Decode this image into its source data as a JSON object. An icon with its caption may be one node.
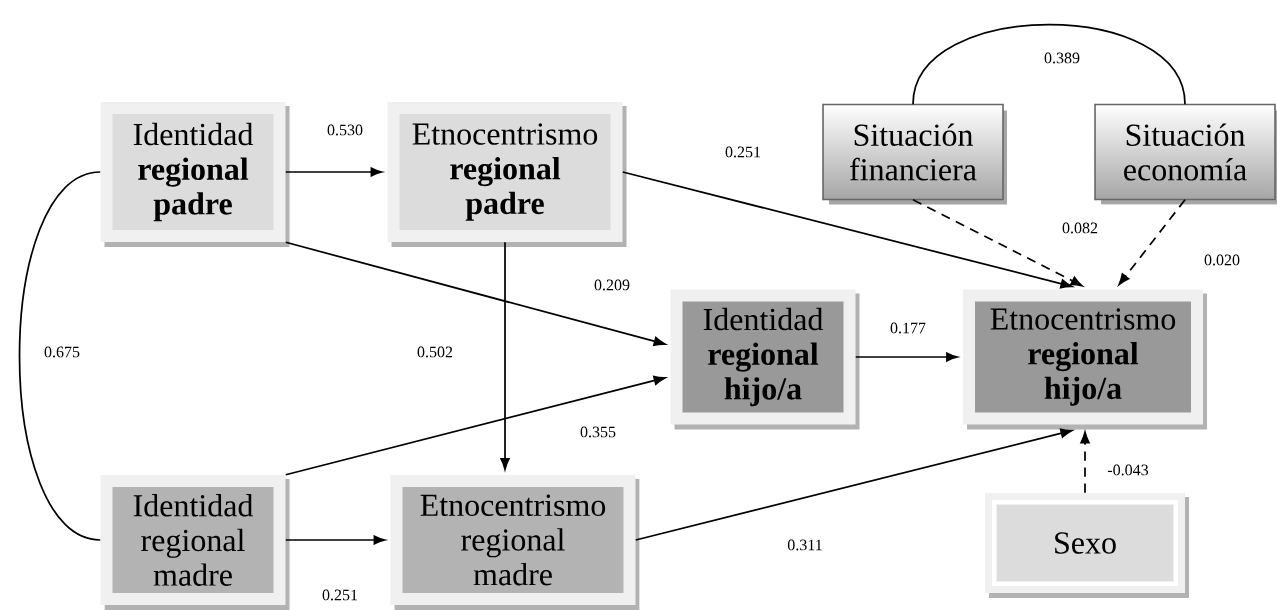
{
  "diagram": {
    "nodes": [
      {
        "text": [
          "Identidad **regional padre**"
        ]
      },
      {
        "text": [
          "Etnocentrismo **regional padre**"
        ]
      },
      {
        "text": [
          "Situación financiera"
        ]
      },
      {
        "text": [
          "Situación economía"
        ]
      },
      {
        "text": [
          "Identidad **regional hijo/a**"
        ]
      },
      {
        "text": [
          "Etnocentrismo **regional hijo/a**"
        ]
      },
      {
        "text": [
          "Identidad regional madre"
        ]
      },
      {
        "text": [
          "Etnocentrismo regional madre"
        ]
      },
      {
        "text": [
          "Sexo"
        ]
      }
    ],
    "edges": [
      {
        "from": 0,
        "to": 1,
        "arrow": "to",
        "label": "0.530"
      },
      {
        "from": 1,
        "to": 5,
        "arrow": "to",
        "label": "0.251"
      },
      {
        "from": 2,
        "to": 3,
        "arrow": "none",
        "label": "0.389"
      },
      {
        "from": 2,
        "to": 5,
        "arrow": "to",
        "style": "dashed",
        "label": "0.082"
      },
      {
        "from": 3,
        "to": 5,
        "arrow": "to",
        "style": "dashed",
        "label": "0.020"
      },
      {
        "from": 0,
        "to": 4,
        "arrow": "to",
        "label": "0.209"
      },
      {
        "from": 4,
        "to": 5,
        "arrow": "to",
        "label": "0.177"
      },
      {
        "from": 0,
        "to": 6,
        "arrow": "none",
        "label": "0.675"
      },
      {
        "from": 1,
        "to": 7,
        "arrow": "to",
        "label": "0.502"
      },
      {
        "from": 6,
        "to": 4,
        "arrow": "to",
        "label": "0.355"
      },
      {
        "from": 8,
        "to": 5,
        "arrow": "to",
        "style": "dashed",
        "label": "-0.043"
      },
      {
        "from": 6,
        "to": 7,
        "arrow": "to",
        "label": "0.251"
      },
      {
        "from": 7,
        "to": 5,
        "arrow": "to",
        "label": "0.311"
      }
    ]
  }
}
